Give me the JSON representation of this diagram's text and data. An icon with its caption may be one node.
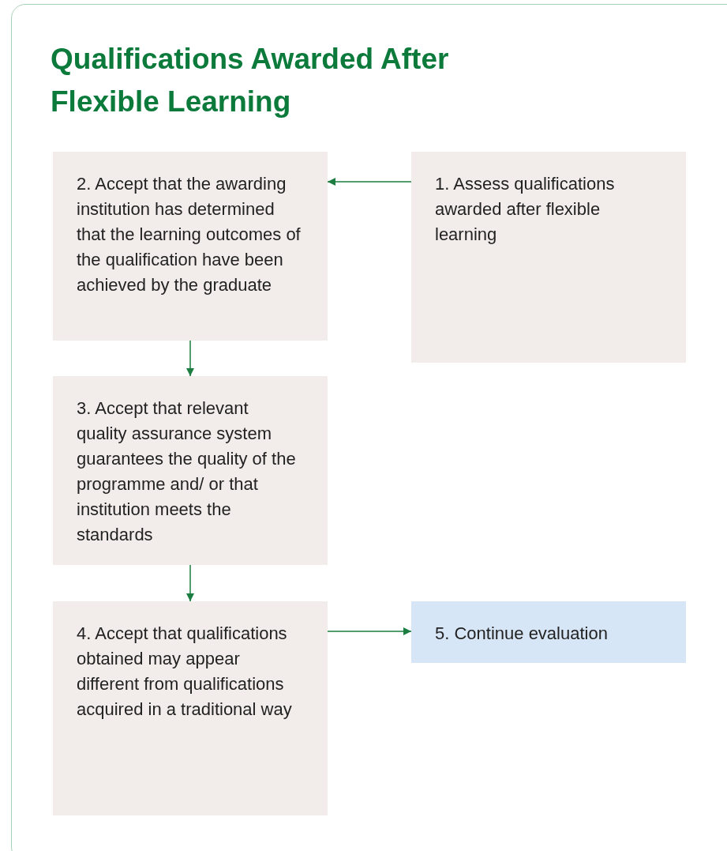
{
  "diagram": {
    "title": "Qualifications Awarded After Flexible Learning",
    "nodes": [
      {
        "text": [
          "1. Assess qualifications awarded after flexible learning"
        ]
      },
      {
        "text": [
          "2. Accept that the awarding institution has determined that the learning outcomes of the qualification have been achieved by the graduate"
        ]
      },
      {
        "text": [
          "3. Accept that relevant quality assurance system guarantees the quality of the programme and/ or that institution meets the standards"
        ]
      },
      {
        "text": [
          "4. Accept that qualifications obtained may appear different from qualifications acquired in a traditional way"
        ]
      },
      {
        "text": [
          "5. Continue evaluation"
        ]
      }
    ],
    "edges": [
      {
        "from": 0,
        "to": 1,
        "arrow": "to"
      },
      {
        "from": 1,
        "to": 2,
        "arrow": "to"
      },
      {
        "from": 2,
        "to": 3,
        "arrow": "to"
      },
      {
        "from": 3,
        "to": 4,
        "arrow": "to"
      }
    ]
  }
}
